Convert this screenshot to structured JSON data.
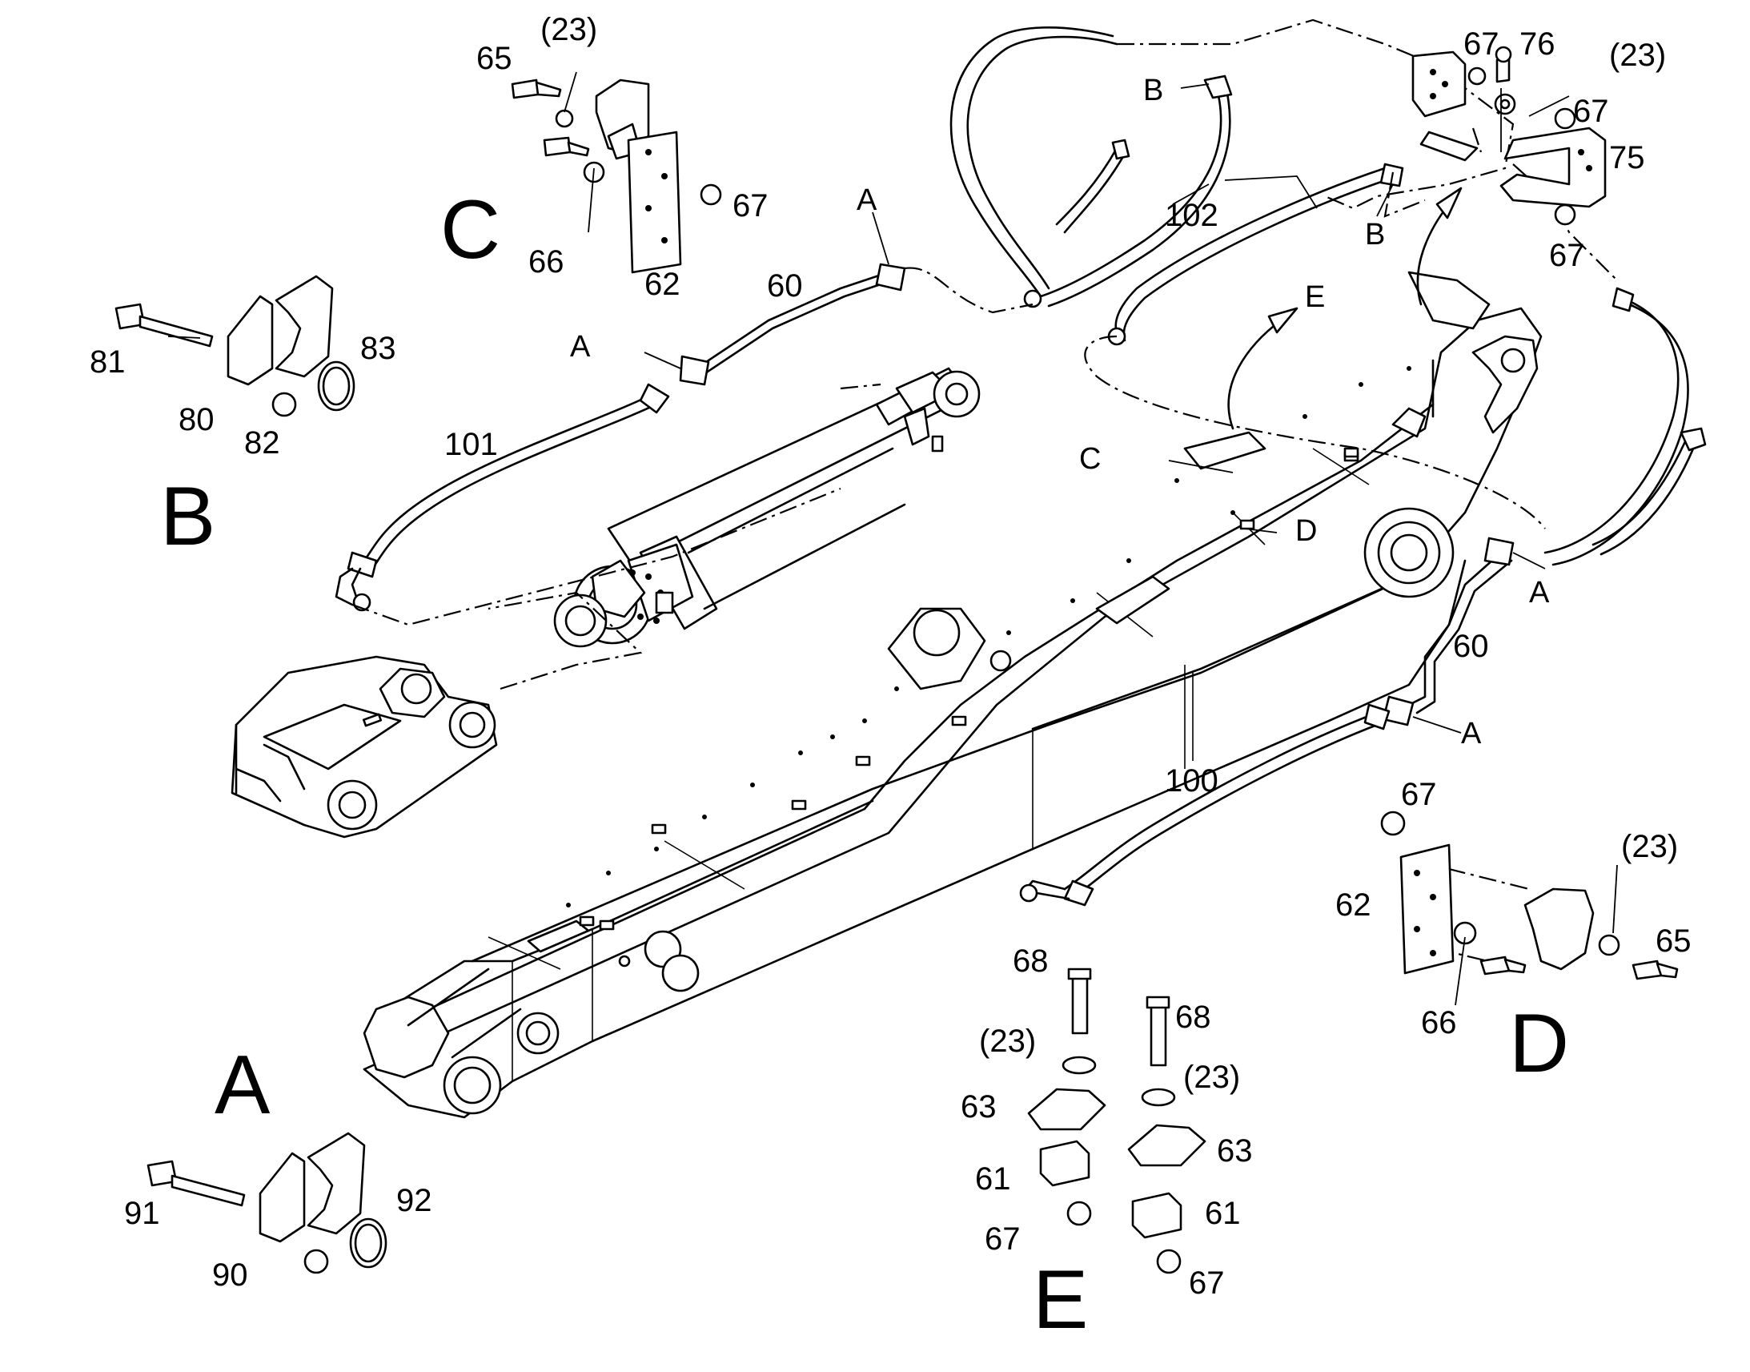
{
  "callouts": {
    "c60_top": "60",
    "c60_right": "60",
    "c61_left": "61",
    "c61_right": "61",
    "c62_top": "62",
    "c62_right": "62",
    "c63_left": "63",
    "c63_right": "63",
    "c65_top": "65",
    "c65_right": "65",
    "c66_top": "66",
    "c66_right": "66",
    "c67_c": "67",
    "c67_d": "67",
    "c67_e_left": "67",
    "c67_e_right": "67",
    "c67_br_top": "67",
    "c67_br_mid": "67",
    "c67_br_bot": "67",
    "c68_left": "68",
    "c68_right": "68",
    "c75": "75",
    "c76": "76",
    "c80": "80",
    "c81": "81",
    "c82": "82",
    "c83": "83",
    "c90": "90",
    "c91": "91",
    "c92": "92",
    "c100": "100",
    "c101": "101",
    "c102": "102",
    "c23_top": "(23)",
    "c23_br": "(23)",
    "c23_d": "(23)",
    "c23_e_left": "(23)",
    "c23_e_right": "(23)"
  },
  "refs": {
    "a_top_upper": "A",
    "a_top_lower": "A",
    "a_right_upper": "A",
    "a_right_lower": "A",
    "b_left": "B",
    "b_right": "B",
    "c_boom": "C",
    "d_boom": "D",
    "e_arrow": "E"
  },
  "detail_views": {
    "a": "A",
    "b": "B",
    "c": "C",
    "d": "D",
    "e": "E"
  }
}
